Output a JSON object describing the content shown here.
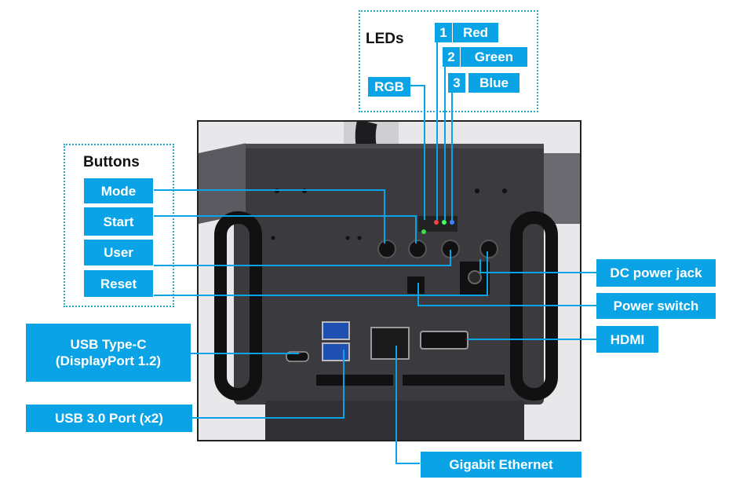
{
  "colors": {
    "accent": "#0aa4e6",
    "dotted_border": "#2aaad0",
    "device_body": "#3a3a3f"
  },
  "groups": {
    "leds_title": "LEDs",
    "buttons_title": "Buttons"
  },
  "leds": {
    "rgb": "RGB",
    "items": [
      {
        "num": "1",
        "label": "Red"
      },
      {
        "num": "2",
        "label": "Green"
      },
      {
        "num": "3",
        "label": "Blue"
      }
    ]
  },
  "buttons": [
    "Mode",
    "Start",
    "User",
    "Reset"
  ],
  "ports": {
    "usb_c": "USB Type-C\n(DisplayPort 1.2)",
    "usb3": "USB 3.0 Port (x2)",
    "ethernet": "Gigabit Ethernet",
    "dc_jack": "DC power jack",
    "power_switch": "Power switch",
    "hdmi": "HDMI"
  }
}
